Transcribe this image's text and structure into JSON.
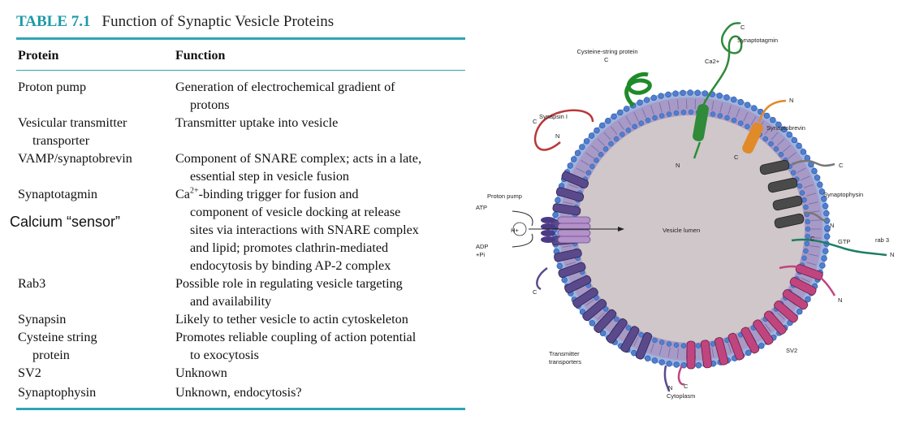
{
  "table": {
    "number": "TABLE 7.1",
    "title": "Function of Synaptic Vesicle Proteins",
    "headers": {
      "protein": "Protein",
      "function": "Function"
    },
    "rows": [
      {
        "protein": [
          "Proton pump"
        ],
        "function": [
          "Generation of electrochemical gradient of",
          "protons"
        ]
      },
      {
        "protein": [
          "Vesicular transmitter",
          "transporter"
        ],
        "function": [
          "Transmitter uptake into vesicle"
        ]
      },
      {
        "protein": [
          "VAMP/synaptobrevin"
        ],
        "function": [
          "Component of SNARE complex; acts in a late,",
          "essential step in vesicle fusion"
        ]
      },
      {
        "protein": [
          "Synaptotagmin"
        ],
        "function": [
          "Ca2+-binding trigger for fusion and",
          "component of vesicle docking at release",
          "sites via interactions with SNARE complex",
          "and lipid; promotes clathrin-mediated",
          "endocytosis by binding AP-2 complex"
        ]
      },
      {
        "protein": [
          "Rab3"
        ],
        "function": [
          "Possible role in regulating vesicle targeting",
          "and availability"
        ]
      },
      {
        "protein": [
          "Synapsin"
        ],
        "function": [
          "Likely to tether vesicle to actin cytoskeleton"
        ]
      },
      {
        "protein": [
          "Cysteine string",
          "protein"
        ],
        "function": [
          "Promotes reliable coupling of action potential",
          "to exocytosis"
        ]
      },
      {
        "protein": [
          "SV2"
        ],
        "function": [
          "Unknown"
        ]
      },
      {
        "protein": [
          "Synaptophysin"
        ],
        "function": [
          "Unknown, endocytosis?"
        ]
      }
    ]
  },
  "annotation": "Calcium “sensor”",
  "diagram": {
    "labels": {
      "cysteine_string_protein": "Cysteine-string protein",
      "synaptotagmin": "Synaptotagmin",
      "ca": "Ca2+",
      "synapsin": "Synapsin I",
      "synaptobrevin": "Synaptobrevin",
      "synaptophysin": "Synaptophysin",
      "proton_pump": "Proton pump",
      "atp": "ATP",
      "h": "H+",
      "adp": "ADP",
      "pi": "+Pi",
      "lumen": "Vesicle lumen",
      "gtp": "GTP",
      "rab3": "rab 3",
      "transmitter_transporters_1": "Transmitter",
      "transmitter_transporters_2": "transporters",
      "sv2": "SV2",
      "cytoplasm": "Cytoplasm",
      "c": "C",
      "n": "N"
    },
    "colors": {
      "membrane_blue": "#4f7fd0",
      "lumen": "#cfc7c9",
      "membrane_band": "#a79ac6",
      "transporter": "#5a4a8c",
      "sv2": "#c0457e",
      "synaptotagmin": "#2f8a3a",
      "synaptobrevin": "#e08a2a",
      "synaptophysin": "#555555",
      "rab3": "#1f7d66",
      "synapsin": "#b8383a"
    }
  }
}
